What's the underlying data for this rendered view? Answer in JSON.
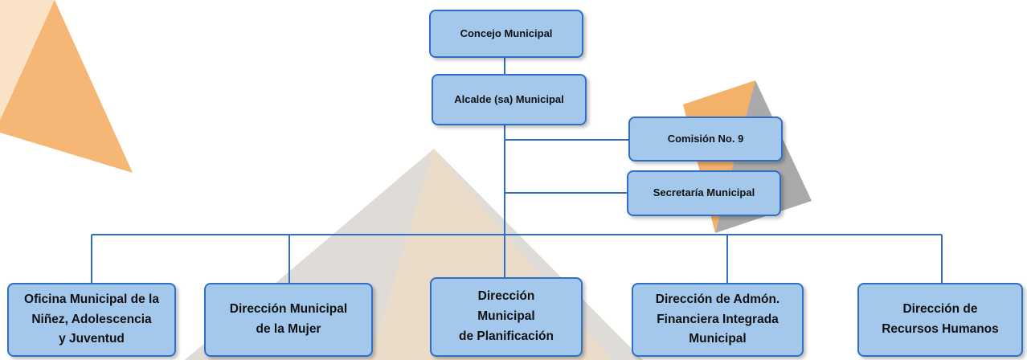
{
  "colors": {
    "box_fill": "#a3c8ec",
    "box_border": "#2f6fc6",
    "connector": "#2f6fc6",
    "bg_orange": "#f4a95e",
    "bg_gray": "#9a9a9a",
    "bg_cream": "#f6e6d2"
  },
  "nodes": {
    "concejo": {
      "label": "Concejo Municipal"
    },
    "alcalde": {
      "label": "Alcalde (sa) Municipal"
    },
    "comision": {
      "label": "Comisión No. 9"
    },
    "secretaria": {
      "label": "Secretaría Municipal"
    },
    "oficina_ninez": {
      "lines": [
        "Oficina Municipal de la",
        "Niñez, Adolescencia",
        "y Juventud"
      ]
    },
    "direccion_mujer": {
      "lines": [
        "Dirección Municipal",
        "de la Mujer"
      ]
    },
    "direccion_planificacion": {
      "lines": [
        "Dirección",
        "Municipal",
        "de Planificación"
      ]
    },
    "direccion_financiera": {
      "lines": [
        "Dirección de Admón.",
        "Financiera Integrada",
        "Municipal"
      ]
    },
    "direccion_rrhh": {
      "lines": [
        "Dirección de",
        "Recursos Humanos"
      ]
    }
  }
}
